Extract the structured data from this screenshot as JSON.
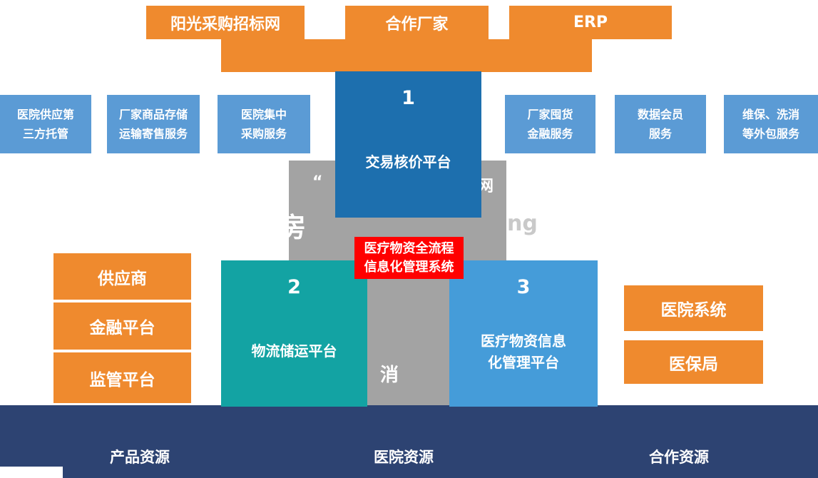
{
  "colors": {
    "orange": "#ef8a2e",
    "light_blue": "#5b9bd5",
    "dark_blue": "#1d6fae",
    "teal": "#13a3a3",
    "mid_blue": "#459cd9",
    "navy": "#2d4372",
    "gray": "#a3a3a3",
    "red": "#ff0000"
  },
  "top_nodes": [
    {
      "label": "阳光采购招标网"
    },
    {
      "label": "合作厂家"
    },
    {
      "label": "ERP"
    }
  ],
  "service_boxes": [
    {
      "lines": [
        "医院供应第",
        "三方托管"
      ]
    },
    {
      "lines": [
        "厂家商品存储",
        "运输寄售服务"
      ]
    },
    {
      "lines": [
        "医院集中",
        "采购服务"
      ]
    },
    {
      "lines": [
        "厂家囤货",
        "金融服务"
      ]
    },
    {
      "lines": [
        "数据会员",
        "服务"
      ]
    },
    {
      "lines": [
        "维保、洗消",
        "等外包服务"
      ]
    }
  ],
  "platforms": [
    {
      "number": "1",
      "lines": [
        "交易核价平台",
        ""
      ]
    },
    {
      "number": "2",
      "lines": [
        "物流储运平台",
        ""
      ]
    },
    {
      "number": "3",
      "lines": [
        "医疗物资信息",
        "化管理平台"
      ]
    }
  ],
  "center_banner": {
    "lines": [
      "医疗物资全流程",
      "信息化管理系统"
    ]
  },
  "watermark_fragments": [
    "“",
    "网",
    "房",
    "ng",
    "消"
  ],
  "left_nodes": [
    {
      "label": "供应商"
    },
    {
      "label": "金融平台"
    },
    {
      "label": "监管平台"
    }
  ],
  "right_nodes": [
    {
      "label": "医院系统"
    },
    {
      "label": "医保局"
    }
  ],
  "bottom_bar": {
    "labels": [
      "产品资源",
      "医院资源",
      "合作资源"
    ]
  }
}
